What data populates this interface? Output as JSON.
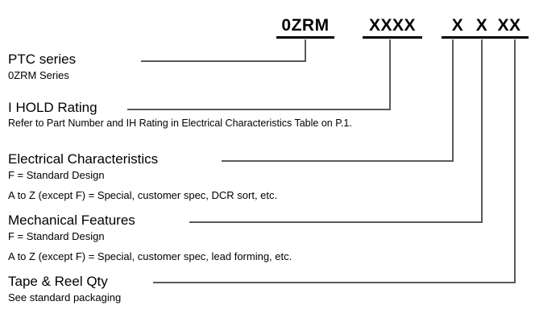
{
  "diagram": {
    "type": "part-number-breakdown",
    "line_color": "#5a5a5a",
    "text_color": "#000000",
    "background": "#ffffff"
  },
  "part_number": {
    "segments": [
      {
        "id": "series",
        "text": "0ZRM"
      },
      {
        "id": "ihold",
        "text": "XXXX"
      },
      {
        "id": "electrical",
        "text": "X"
      },
      {
        "id": "mechanical",
        "text": "X"
      },
      {
        "id": "packaging",
        "text": "XX"
      }
    ]
  },
  "blocks": [
    {
      "id": "ptc-series",
      "title": "PTC series",
      "sub": "0ZRM Series",
      "note": ""
    },
    {
      "id": "i-hold-rating",
      "title": "I HOLD Rating",
      "sub": "Refer to Part Number and IH Rating in Electrical Characteristics Table on P.1.",
      "note": ""
    },
    {
      "id": "electrical-characteristics",
      "title": "Electrical Characteristics",
      "sub": "F = Standard Design",
      "note": "A to Z (except F) = Special, customer spec, DCR sort, etc."
    },
    {
      "id": "mechanical-features",
      "title": "Mechanical Features",
      "sub": "F = Standard Design",
      "note": "A to Z (except F) = Special, customer spec, lead forming, etc."
    },
    {
      "id": "tape-reel-qty",
      "title": "Tape & Reel Qty",
      "sub": "See standard packaging",
      "note": ""
    }
  ]
}
